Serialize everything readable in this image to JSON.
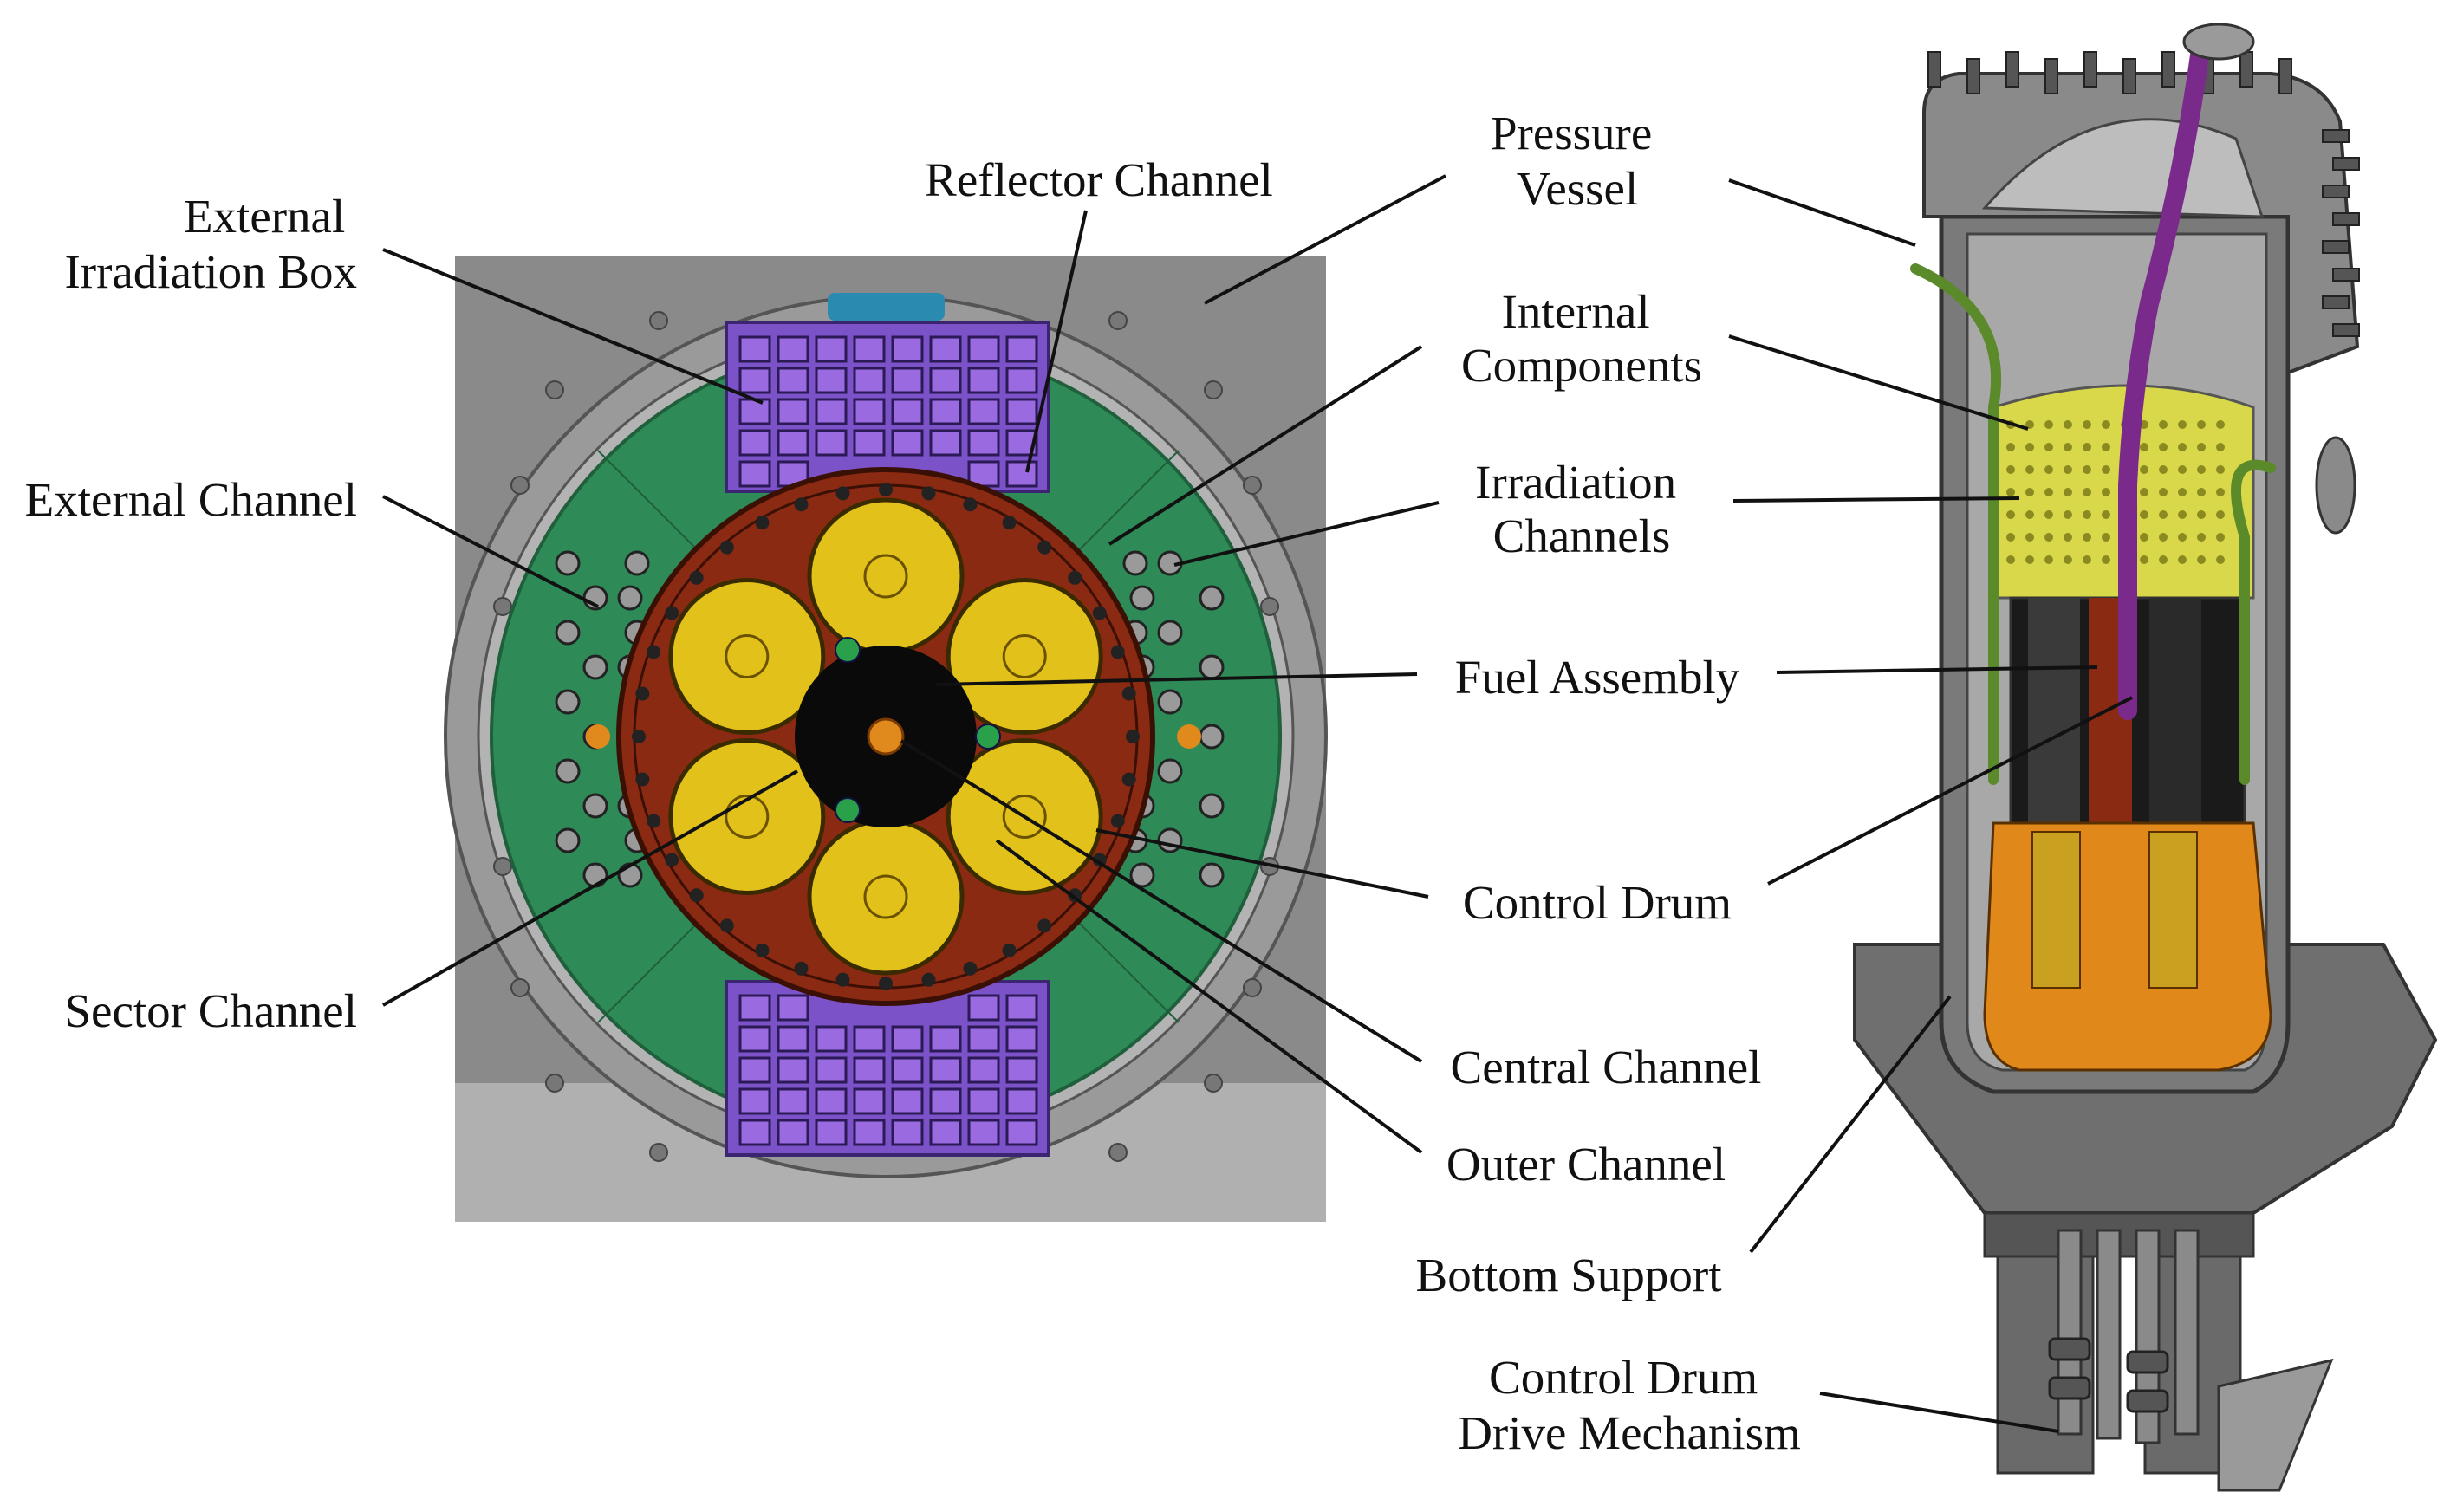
{
  "labels": {
    "external_irradiation_box": [
      "External",
      "Irradiation Box"
    ],
    "reflector_channel": [
      "Reflector Channel"
    ],
    "external_channel": [
      "External Channel"
    ],
    "sector_channel": [
      "Sector Channel"
    ],
    "pressure_vessel": [
      "Pressure",
      "Vessel"
    ],
    "internal_components": [
      "Internal",
      "Components"
    ],
    "irradiation_channels": [
      "Irradiation",
      "Channels"
    ],
    "fuel_assembly": [
      "Fuel Assembly"
    ],
    "control_drum": [
      "Control Drum"
    ],
    "central_channel": [
      "Central Channel"
    ],
    "outer_channel": [
      "Outer Channel"
    ],
    "bottom_support": [
      "Bottom Support"
    ],
    "control_drum_drive_mechanism": [
      "Control Drum",
      "Drive Mechanism"
    ]
  },
  "colors": {
    "background_gray": "#8e8e8e",
    "vessel_ring": "#a9a9a9",
    "reflector_green": "#2e8b57",
    "irradiation_box_purple": "#7b52c8",
    "core_red": "#8b2a12",
    "fuel_yellow": "#e2c21a",
    "core_black": "#0a0a0a",
    "accent_orange": "#e08a1e",
    "vessel_gray": "#7a7a7a",
    "internal_yellow": "#d8d84a",
    "lower_orange": "#e0891a",
    "purple_tube": "#7a2a8a"
  }
}
